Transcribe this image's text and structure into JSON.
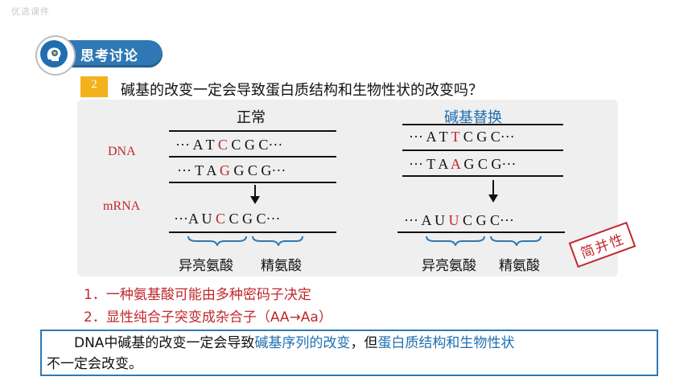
{
  "watermark": "优选课件",
  "header": {
    "label": "思考讨论",
    "icon": "lightbulb-head-icon"
  },
  "question": {
    "number": "2",
    "text": "碱基的改变一定会导致蛋白质结构和生物性状的改变吗？"
  },
  "diagram": {
    "col_normal": "正常",
    "col_substitution": "碱基替换",
    "label_dna": "DNA",
    "label_mrna": "mRNA",
    "normal": {
      "dna1": {
        "pre": "··· A T ",
        "mut": "C",
        "post": " C G C···"
      },
      "dna2": {
        "pre": "··· T A ",
        "mut": "G",
        "post": " G C G···"
      },
      "mrna": {
        "pre": "···A U ",
        "mut": "C",
        "post": " C G C···"
      },
      "aa1": "异亮氨酸",
      "aa2": "精氨酸"
    },
    "substitution": {
      "dna1": {
        "pre": "··· A T ",
        "mut": "T",
        "post": " C G C···"
      },
      "dna2": {
        "pre": "··· T A ",
        "mut": "A",
        "post": " G C G···"
      },
      "mrna": {
        "pre": "··· A U ",
        "mut": "U",
        "post": " C G C···"
      },
      "aa1": "异亮氨酸",
      "aa2": "精氨酸"
    },
    "stamp": "简并性"
  },
  "points": [
    "1．一种氨基酸可能由多种密码子决定",
    "2．显性纯合子突变成杂合子（AA→Aa）"
  ],
  "conclusion": {
    "part1": "DNA中碱基的改变一定会导致",
    "part2": "碱基序列的改变",
    "part3": "，但",
    "part4": "蛋白质结构和生物性状",
    "part5": "不一定会改变。"
  },
  "colors": {
    "accent_blue": "#2f78b5",
    "mutation_red": "#c0272d",
    "badge_orange": "#f3b21b"
  }
}
